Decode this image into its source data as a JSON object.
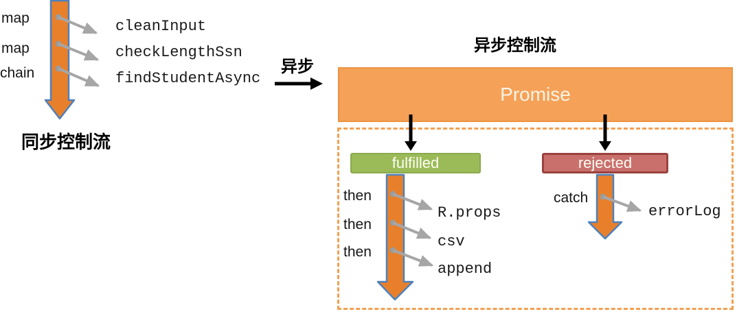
{
  "sync_section": {
    "op_labels": [
      "map",
      "map",
      "chain"
    ],
    "fn_labels": [
      "cleanInput",
      "checkLengthSsn",
      "findStudentAsync"
    ],
    "caption": "同步控制流"
  },
  "transition": {
    "label": "异步"
  },
  "async_section": {
    "title": "异步控制流",
    "promise_label": "Promise",
    "fulfilled_branch": {
      "state_label": "fulfilled",
      "op_labels": [
        "then",
        "then",
        "then"
      ],
      "fn_labels": [
        "R.props",
        "csv",
        "append"
      ]
    },
    "rejected_branch": {
      "state_label": "rejected",
      "op_labels": [
        "catch"
      ],
      "fn_labels": [
        "errorLog"
      ]
    }
  },
  "colors": {
    "flow_arrow_fill": "#E8802B",
    "flow_arrow_border": "#4E80BC",
    "promise_box_fill": "#F5A158",
    "dashed_border": "#F2A052",
    "fulfilled_fill": "#9BBB59",
    "fulfilled_border": "#8BA94D",
    "rejected_fill": "#C9706C",
    "rejected_border": "#9A423E",
    "connector_gray": "#A6A6A6",
    "black_arrow": "#000000"
  }
}
